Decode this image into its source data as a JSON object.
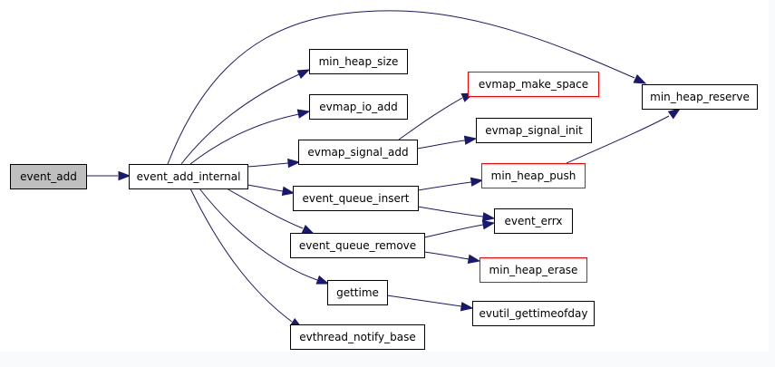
{
  "graph": {
    "colors": {
      "background": "#f9fafc",
      "canvas": "#ffffff",
      "edge": "#191970",
      "node_border": "#000000",
      "node_border_truncated": "#ff0000",
      "node_fill": "#ffffff",
      "node_fill_root": "#bfbfbf"
    },
    "nodes": [
      {
        "id": "event_add",
        "label": "event_add",
        "kind": "root"
      },
      {
        "id": "event_add_internal",
        "label": "event_add_internal",
        "kind": "normal"
      },
      {
        "id": "min_heap_size",
        "label": "min_heap_size",
        "kind": "normal"
      },
      {
        "id": "evmap_io_add",
        "label": "evmap_io_add",
        "kind": "normal"
      },
      {
        "id": "evmap_signal_add",
        "label": "evmap_signal_add",
        "kind": "normal"
      },
      {
        "id": "event_queue_insert",
        "label": "event_queue_insert",
        "kind": "normal"
      },
      {
        "id": "event_queue_remove",
        "label": "event_queue_remove",
        "kind": "normal"
      },
      {
        "id": "gettime",
        "label": "gettime",
        "kind": "normal"
      },
      {
        "id": "evthread_notify_base",
        "label": "evthread_notify_base",
        "kind": "normal"
      },
      {
        "id": "evmap_make_space",
        "label": "evmap_make_space",
        "kind": "truncated"
      },
      {
        "id": "evmap_signal_init",
        "label": "evmap_signal_init",
        "kind": "normal"
      },
      {
        "id": "min_heap_push",
        "label": "min_heap_push",
        "kind": "truncated"
      },
      {
        "id": "event_errx",
        "label": "event_errx",
        "kind": "normal"
      },
      {
        "id": "min_heap_erase",
        "label": "min_heap_erase",
        "kind": "truncated"
      },
      {
        "id": "evutil_gettimeofday",
        "label": "evutil_gettimeofday",
        "kind": "normal"
      },
      {
        "id": "min_heap_reserve",
        "label": "min_heap_reserve",
        "kind": "normal"
      }
    ],
    "edges": [
      {
        "from": "event_add",
        "to": "event_add_internal"
      },
      {
        "from": "event_add_internal",
        "to": "min_heap_reserve"
      },
      {
        "from": "event_add_internal",
        "to": "min_heap_size"
      },
      {
        "from": "event_add_internal",
        "to": "evmap_io_add"
      },
      {
        "from": "event_add_internal",
        "to": "evmap_signal_add"
      },
      {
        "from": "event_add_internal",
        "to": "event_queue_insert"
      },
      {
        "from": "event_add_internal",
        "to": "event_queue_remove"
      },
      {
        "from": "event_add_internal",
        "to": "gettime"
      },
      {
        "from": "event_add_internal",
        "to": "evthread_notify_base"
      },
      {
        "from": "evmap_signal_add",
        "to": "evmap_make_space"
      },
      {
        "from": "evmap_signal_add",
        "to": "evmap_signal_init"
      },
      {
        "from": "event_queue_insert",
        "to": "min_heap_push"
      },
      {
        "from": "event_queue_insert",
        "to": "event_errx"
      },
      {
        "from": "event_queue_remove",
        "to": "event_errx"
      },
      {
        "from": "event_queue_remove",
        "to": "min_heap_erase"
      },
      {
        "from": "gettime",
        "to": "evutil_gettimeofday"
      },
      {
        "from": "min_heap_push",
        "to": "min_heap_reserve"
      }
    ]
  }
}
